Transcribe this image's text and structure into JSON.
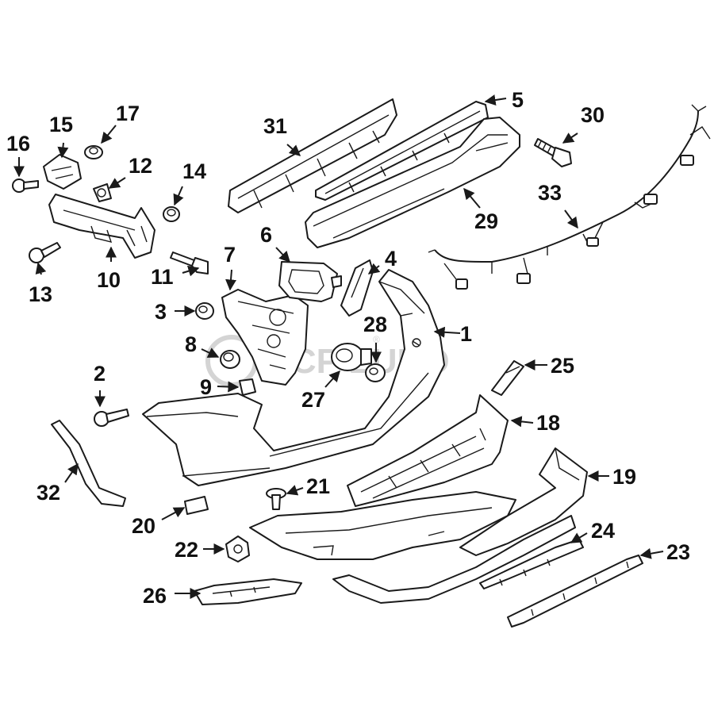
{
  "watermark": {
    "text": "FCP EURO",
    "registered": "®"
  },
  "callouts": [
    {
      "id": "p1",
      "label": "1"
    },
    {
      "id": "p2",
      "label": "2"
    },
    {
      "id": "p3",
      "label": "3"
    },
    {
      "id": "p4",
      "label": "4"
    },
    {
      "id": "p5",
      "label": "5"
    },
    {
      "id": "p6",
      "label": "6"
    },
    {
      "id": "p7",
      "label": "7"
    },
    {
      "id": "p8",
      "label": "8"
    },
    {
      "id": "p9",
      "label": "9"
    },
    {
      "id": "p10",
      "label": "10"
    },
    {
      "id": "p11",
      "label": "11"
    },
    {
      "id": "p12",
      "label": "12"
    },
    {
      "id": "p13",
      "label": "13"
    },
    {
      "id": "p14",
      "label": "14"
    },
    {
      "id": "p15",
      "label": "15"
    },
    {
      "id": "p16",
      "label": "16"
    },
    {
      "id": "p17",
      "label": "17"
    },
    {
      "id": "p18",
      "label": "18"
    },
    {
      "id": "p19",
      "label": "19"
    },
    {
      "id": "p20",
      "label": "20"
    },
    {
      "id": "p21",
      "label": "21"
    },
    {
      "id": "p22",
      "label": "22"
    },
    {
      "id": "p23",
      "label": "23"
    },
    {
      "id": "p24",
      "label": "24"
    },
    {
      "id": "p25",
      "label": "25"
    },
    {
      "id": "p26",
      "label": "26"
    },
    {
      "id": "p27",
      "label": "27"
    },
    {
      "id": "p28",
      "label": "28"
    },
    {
      "id": "p29",
      "label": "29"
    },
    {
      "id": "p30",
      "label": "30"
    },
    {
      "id": "p31",
      "label": "31"
    },
    {
      "id": "p32",
      "label": "32"
    },
    {
      "id": "p33",
      "label": "33"
    }
  ]
}
